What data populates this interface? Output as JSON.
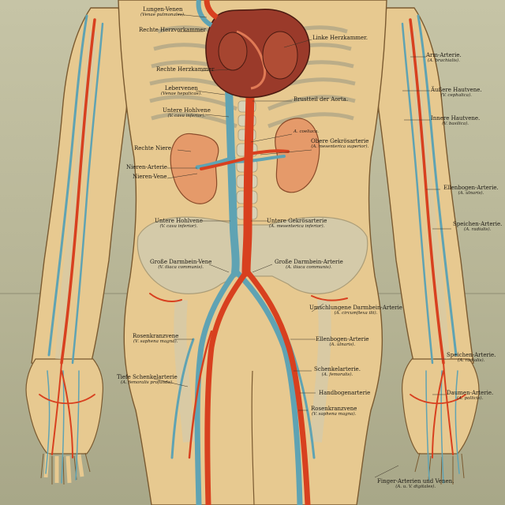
{
  "diagram": {
    "colors": {
      "background": "#bbb99b",
      "skin": "#e7c990",
      "artery": "#d8401f",
      "vein": "#5fa3b3",
      "bone": "#d9d2b6",
      "kidney": "#e59a6a",
      "heart": "#9a3a2a"
    },
    "labels": {
      "lungen_venen": "Lungen-Venen",
      "lungen_venen_sub": "(Venae pulmonales).",
      "rechte_herzvorkammer": "Rechte Herzvorkammer",
      "linke_herzkammer": "Linke Herzkammer.",
      "rechte_herzkammer": "Rechte Herzkammer",
      "lebervenen": "Lebervenen",
      "lebervenen_sub": "(Venae hepaticae).",
      "brustteil_aorta": "Brustteil der Aorta.",
      "untere_hohlvene_top": "Untere Hohlvene",
      "untere_hohlvene_top_sub": "(V. cava inferior).",
      "a_coeliaca": "A. coeliaca.",
      "obere_gekroesarterie": "Obere Gekrösarterie",
      "obere_gekroesarterie_sub": "(A. mesenterica superior).",
      "rechte_niere": "Rechte Niere",
      "nieren_arterie": "Nieren-Arterie",
      "nieren_vene": "Nieren-Vene",
      "arm_arterie": "Arm-Arterie.",
      "arm_arterie_sub": "(A. brachialis).",
      "aeussere_hautvene": "Äußere Hautvene.",
      "aeussere_hautvene_sub": "(V. cephalica).",
      "innere_hautvene": "Innere Hautvene.",
      "innere_hautvene_sub": "(V. basilica).",
      "ellenbogen_arterie_arm": "Ellenbogen-Arterie.",
      "ellenbogen_arterie_arm_sub": "(A. ulnaris).",
      "speichen_arterie_arm": "Speichen-Arterie.",
      "speichen_arterie_arm_sub": "(A. radialis).",
      "untere_hohlvene_low": "Untere Hohlvene",
      "untere_hohlvene_low_sub": "(V. cava inferior).",
      "untere_gekroesarterie": "Untere Gekrösarterie",
      "untere_gekroesarterie_sub": "(A. mesenterica inferior).",
      "grosse_darmbein_vene": "Große Darmbein-Vene",
      "grosse_darmbein_vene_sub": "(V. iliaca communis).",
      "grosse_darmbein_arterie": "Große Darmbein-Arterie",
      "grosse_darmbein_arterie_sub": "(A. iliaca communis).",
      "umschlungene_darmbeinarterie": "Umschlungene Darmbein-Arterie",
      "umschlungene_darmbeinarterie_sub": "(A. circumflexa ilii).",
      "rosenkranzvene": "Rosenkranzvene",
      "rosenkranzvene_sub": "(V. saphena magna).",
      "ellenbogen_arterie_low": "Ellenbogen-Arterie",
      "ellenbogen_arterie_low_sub": "(A. ulnaris).",
      "speichen_arterie_low": "Speichen-Arterie.",
      "speichen_arterie_low_sub": "(A. radialis).",
      "schenkelarterie": "Schenkelarterie.",
      "schenkelarterie_sub": "(A. femoralis).",
      "tiefe_schenkelarterie": "Tiefe Schenkelarterie",
      "tiefe_schenkelarterie_sub": "(A. femoralis profunda).",
      "handbogenarterie": "Handbogenarterie",
      "daumen_arterie": "Daumen-Arterie.",
      "daumen_arterie_sub": "(A. pollicis).",
      "rosenkranzvene_leg": "Rosenkranzvene",
      "rosenkranzvene_leg_sub": "(V. saphena magna).",
      "finger_arterien": "Finger-Arterien und Venen.",
      "finger_arterien_sub": "(A. u. V. digitales)."
    }
  }
}
